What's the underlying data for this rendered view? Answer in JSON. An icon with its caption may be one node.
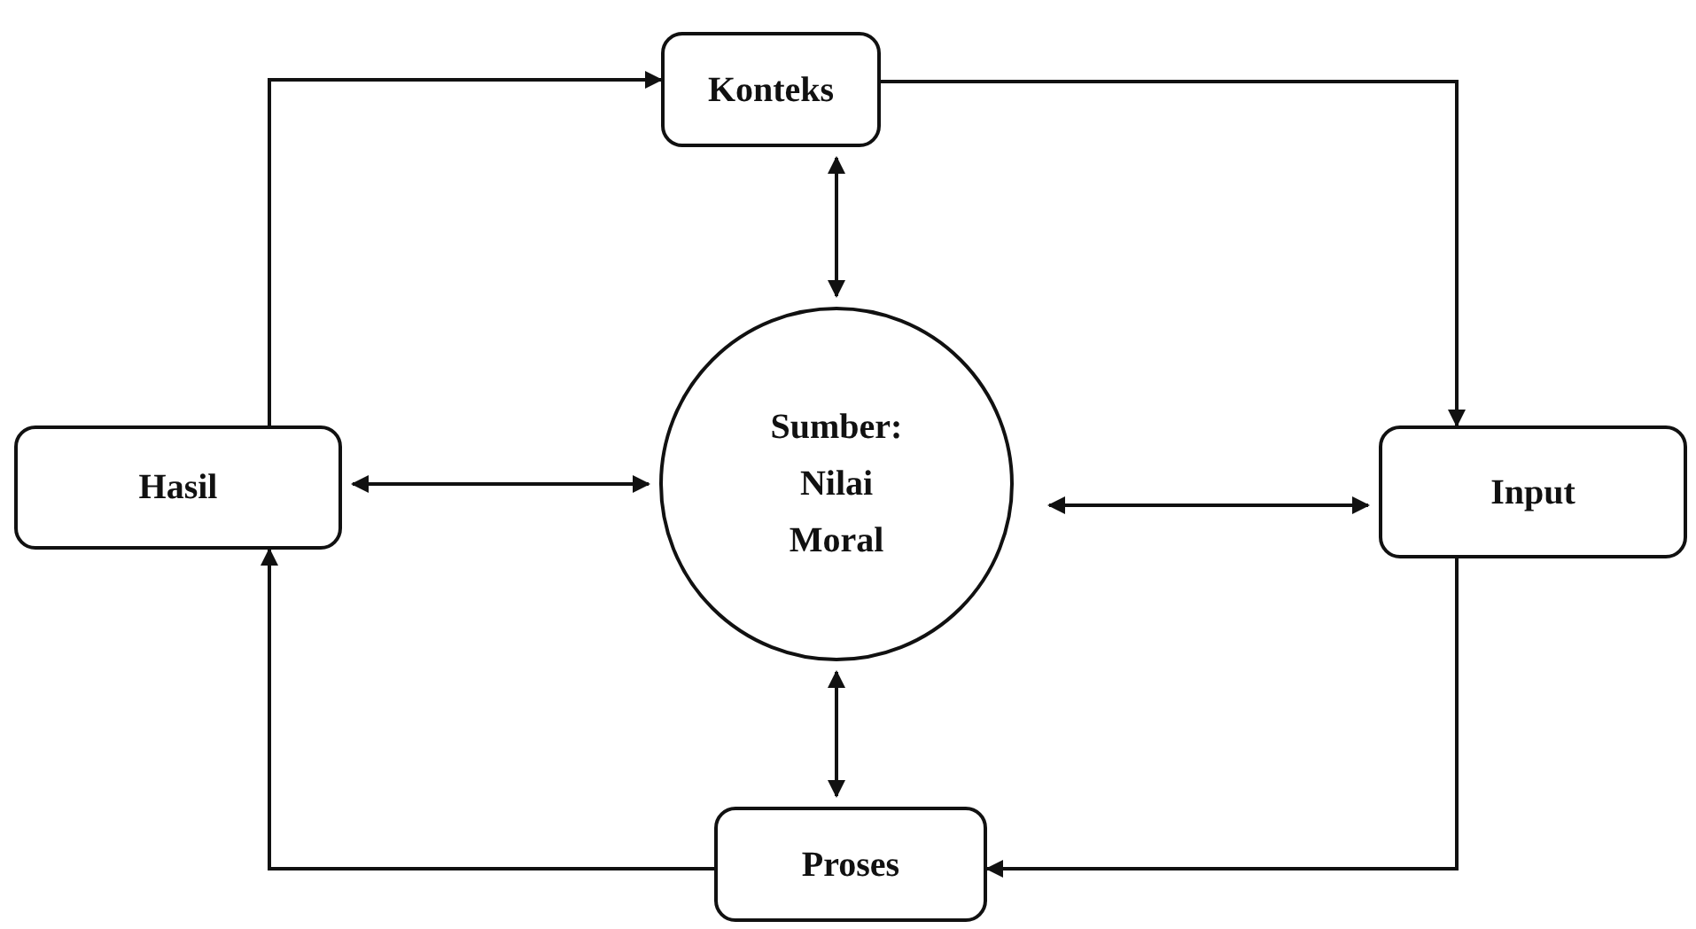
{
  "diagram": {
    "nodes": [
      {
        "text": [
          "Konteks"
        ]
      },
      {
        "text": [
          "Sumber: Nilai Moral"
        ]
      },
      {
        "text": [
          "Hasil"
        ]
      },
      {
        "text": [
          "Input"
        ]
      },
      {
        "text": [
          "Proses"
        ]
      }
    ],
    "edges": [
      {
        "from": 2,
        "to": 0,
        "arrow": "to"
      },
      {
        "from": 0,
        "to": 3,
        "arrow": "to"
      },
      {
        "from": 3,
        "to": 4,
        "arrow": "to"
      },
      {
        "from": 4,
        "to": 2,
        "arrow": "to"
      },
      {
        "from": 0,
        "to": 1,
        "arrow": "both"
      },
      {
        "from": 2,
        "to": 1,
        "arrow": "both"
      },
      {
        "from": 1,
        "to": 3,
        "arrow": "both"
      },
      {
        "from": 1,
        "to": 4,
        "arrow": "both"
      }
    ]
  }
}
